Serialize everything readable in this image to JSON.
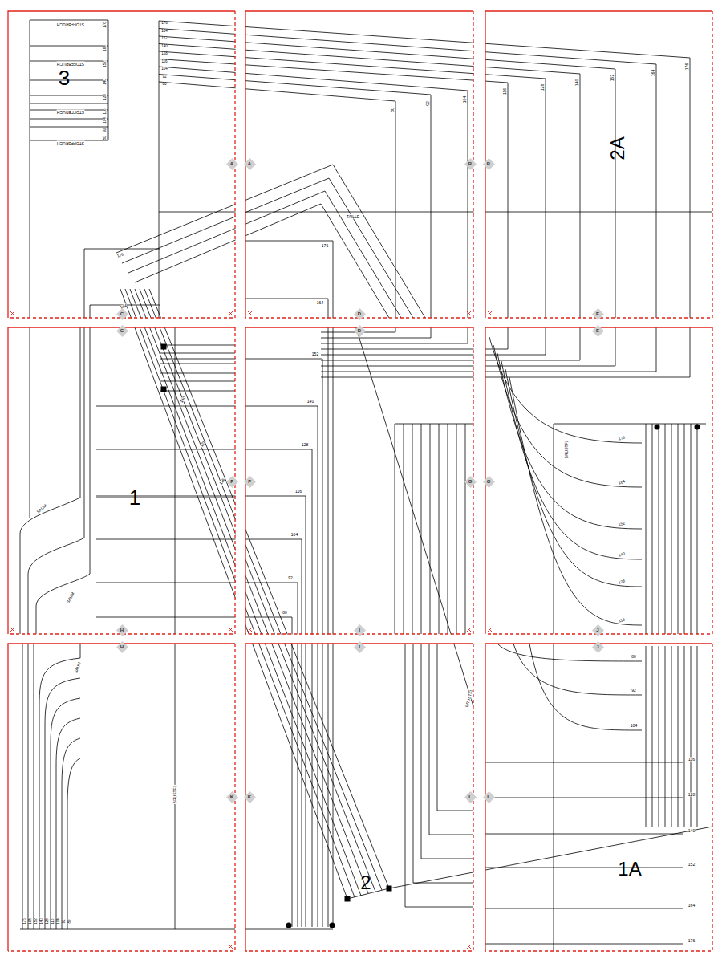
{
  "diagram": {
    "nodes": [
      {
        "text": [
          "A"
        ]
      },
      {
        "text": [
          "A"
        ]
      },
      {
        "text": [
          "B"
        ]
      },
      {
        "text": [
          "B"
        ]
      },
      {
        "text": [
          "C"
        ]
      },
      {
        "text": [
          "D"
        ]
      },
      {
        "text": [
          "E"
        ]
      },
      {
        "text": [
          "C"
        ]
      },
      {
        "text": [
          "D"
        ]
      },
      {
        "text": [
          "E"
        ]
      },
      {
        "text": [
          "F"
        ]
      },
      {
        "text": [
          "F"
        ]
      },
      {
        "text": [
          "G"
        ]
      },
      {
        "text": [
          "G"
        ]
      },
      {
        "text": [
          "H"
        ]
      },
      {
        "text": [
          "I"
        ]
      },
      {
        "text": [
          "J"
        ]
      },
      {
        "text": [
          "H"
        ]
      },
      {
        "text": [
          "I"
        ]
      },
      {
        "text": [
          "J"
        ]
      },
      {
        "text": [
          "K"
        ]
      },
      {
        "text": [
          "K"
        ]
      },
      {
        "text": [
          "L"
        ]
      },
      {
        "text": [
          "L"
        ]
      }
    ],
    "labels": [
      "3",
      "STOFFBRUCH",
      "STOFFBRUCH",
      "STOFFBRUCH",
      "STOFFBRUCH",
      "176",
      "164",
      "152",
      "140",
      "128",
      "116",
      "104",
      "92",
      "80",
      "176",
      "164",
      "152",
      "140",
      "128",
      "116",
      "104",
      "92",
      "80",
      "80",
      "92",
      "104",
      "116",
      "128",
      "140",
      "152",
      "164",
      "176",
      "2A",
      "TAILLE",
      "176",
      "164",
      "176",
      "164",
      "1",
      "SAUM",
      "SAUM",
      "140",
      "128",
      "116",
      "152",
      "140",
      "128",
      "116",
      "104",
      "92",
      "80",
      "BRUSTFL",
      "176",
      "164",
      "152",
      "140",
      "128",
      "116",
      "SAUM",
      "176",
      "164",
      "152",
      "140",
      "128",
      "116",
      "104",
      "92",
      "80",
      "BRUSTFL",
      "2",
      "BRUSTFL",
      "1A",
      "80",
      "92",
      "104",
      "116",
      "128",
      "140",
      "152",
      "164",
      "176"
    ]
  }
}
